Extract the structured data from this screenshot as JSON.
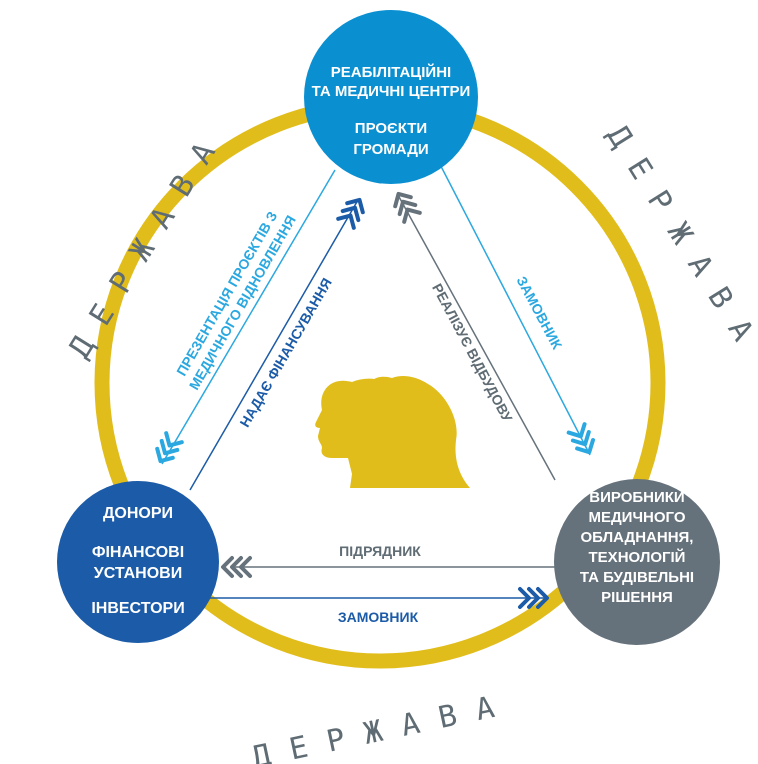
{
  "outer_label": "ДЕРЖАВА",
  "nodes": {
    "top": {
      "lines": [
        "РЕАБІЛІТАЦІЙНІ",
        "ТА МЕДИЧНІ ЦЕНТРИ",
        "ПРОЄКТИ",
        "ГРОМАДИ"
      ],
      "color": "#0a8fd1"
    },
    "left": {
      "lines": [
        "ДОНОРИ",
        "ФІНАНСОВІ",
        "УСТАНОВИ",
        "ІНВЕСТОРИ"
      ],
      "color": "#1c5ba7"
    },
    "right": {
      "lines": [
        "ВИРОБНИКИ",
        "МЕДИЧНОГО",
        "ОБЛАДНАННЯ,",
        "ТЕХНОЛОГІЙ",
        "ТА БУДІВЕЛЬНІ",
        "РІШЕННЯ"
      ],
      "color": "#66727b"
    }
  },
  "edges": {
    "presentation": {
      "lines": [
        "ПРЕЗЕНТАЦІЯ ПРОЄКТІВ З",
        "МЕДИЧНОГО ВІДНОВЛЕННЯ"
      ],
      "color": "#2ba8e0"
    },
    "funding": {
      "text": "НАДАЄ ФІНАНСУВАННЯ",
      "color": "#1c5ba7"
    },
    "rebuild": {
      "text": "РЕАЛІЗУЄ ВІДБУДОВУ",
      "color": "#5f6c74"
    },
    "customer_right": {
      "text": "ЗАМОВНИК",
      "color": "#2ba8e0"
    },
    "contractor": {
      "text": "ПІДРЯДНИК",
      "color": "#5f6c74"
    },
    "customer_bottom": {
      "text": "ЗАМОВНИК",
      "color": "#1c5ba7"
    }
  },
  "colors": {
    "ring": "#e1bd1c",
    "heads": "#e1bd1c"
  }
}
